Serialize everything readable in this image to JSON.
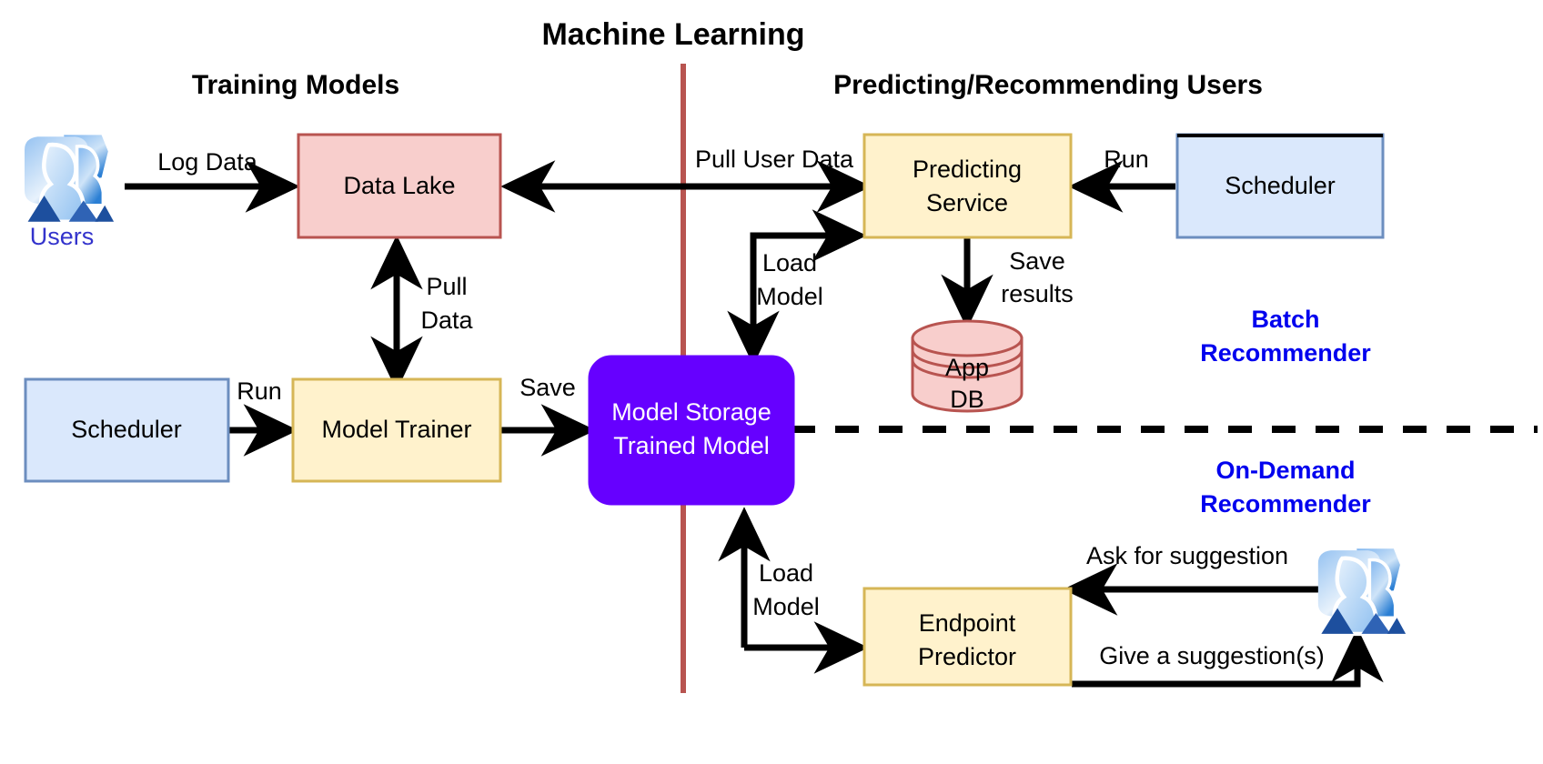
{
  "title": "Machine Learning",
  "sections": [
    {
      "id": "training",
      "label": "Training Models"
    },
    {
      "id": "predicting",
      "label": "Predicting/Recommending Users"
    }
  ],
  "nodes": {
    "users_left": {
      "label": "Users",
      "icon": "users-icon"
    },
    "data_lake": {
      "label": "Data Lake",
      "fill": "#f8cecc",
      "stroke": "#b85450"
    },
    "scheduler_left": {
      "label": "Scheduler",
      "fill": "#dae8fc",
      "stroke": "#6c8ebf"
    },
    "model_trainer": {
      "label": "Model Trainer",
      "fill": "#fff2cc",
      "stroke": "#d6b656"
    },
    "model_storage": {
      "line1": "Model Storage",
      "line2": "Trained Model",
      "fill": "#6600ff",
      "stroke": "#6600ff",
      "text_color": "#ffffff"
    },
    "predicting_service": {
      "line1": "Predicting",
      "line2": "Service",
      "fill": "#fff2cc",
      "stroke": "#d6b656"
    },
    "scheduler_right": {
      "label": "Scheduler",
      "fill": "#dae8fc",
      "stroke": "#6c8ebf"
    },
    "app_db": {
      "line1": "App",
      "line2": "DB",
      "fill": "#f8cecc",
      "stroke": "#b85450"
    },
    "endpoint_predictor": {
      "line1": "Endpoint",
      "line2": "Predictor",
      "fill": "#fff2cc",
      "stroke": "#d6b656"
    },
    "users_right": {
      "icon": "users-icon"
    }
  },
  "edges": {
    "log_data": "Log Data",
    "pull_user_data": "Pull User Data",
    "run_right": "Run",
    "pull_data_l1": "Pull",
    "pull_data_l2": "Data",
    "load_model_top_l1": "Load",
    "load_model_top_l2": "Model",
    "save_results_l1": "Save",
    "save_results_l2": "results",
    "run_left": "Run",
    "save": "Save",
    "load_model_bottom_l1": "Load",
    "load_model_bottom_l2": "Model",
    "ask_for_suggestion": "Ask for suggestion",
    "give_suggestion": "Give a suggestion(s)"
  },
  "notes": {
    "batch_l1": "Batch",
    "batch_l2": "Recommender",
    "ondemand_l1": "On-Demand",
    "ondemand_l2": "Recommender"
  },
  "colors": {
    "divider": "#b85450",
    "note_text": "#0000ee",
    "users_caption": "#3333cc",
    "arrow": "#000000",
    "background": "#ffffff"
  }
}
